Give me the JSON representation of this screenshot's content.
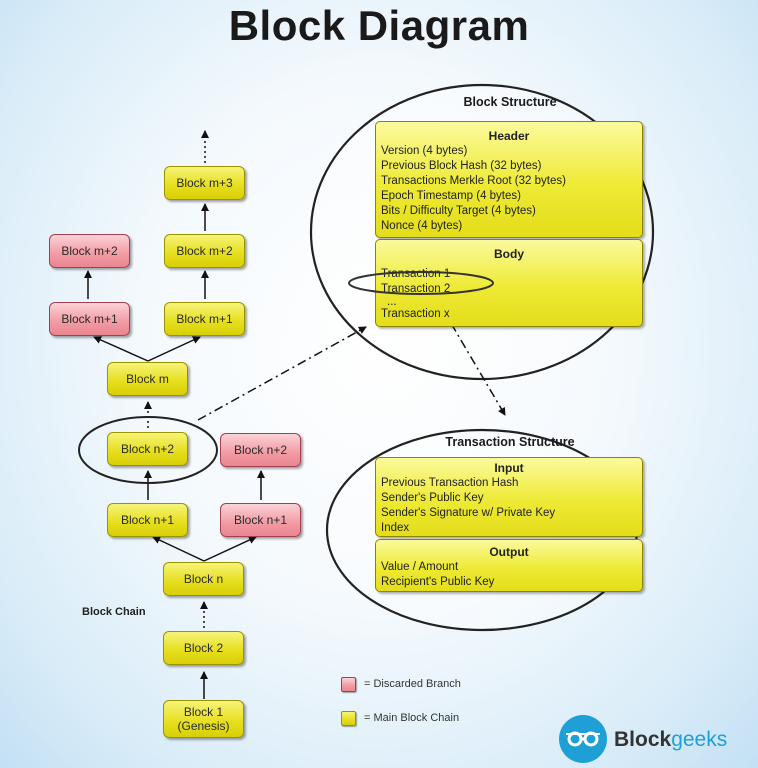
{
  "title": "Block Diagram",
  "chain_label": "Block Chain",
  "blocks": {
    "b1": {
      "line1": "Block 1",
      "line2": "(Genesis)",
      "type": "main"
    },
    "b2": {
      "label": "Block 2",
      "type": "main"
    },
    "bn": {
      "label": "Block n",
      "type": "main"
    },
    "bn1_main": {
      "label": "Block n+1",
      "type": "main"
    },
    "bn1_disc": {
      "label": "Block n+1",
      "type": "discarded"
    },
    "bn2_main": {
      "label": "Block n+2",
      "type": "main"
    },
    "bn2_disc": {
      "label": "Block n+2",
      "type": "discarded"
    },
    "bm": {
      "label": "Block m",
      "type": "main"
    },
    "bm1_disc": {
      "label": "Block m+1",
      "type": "discarded"
    },
    "bm1_main": {
      "label": "Block m+1",
      "type": "main"
    },
    "bm2_disc": {
      "label": "Block m+2",
      "type": "discarded"
    },
    "bm2_main": {
      "label": "Block m+2",
      "type": "main"
    },
    "bm3_main": {
      "label": "Block m+3",
      "type": "main"
    }
  },
  "block_structure": {
    "title": "Block Structure",
    "header": {
      "title": "Header",
      "lines": [
        "Version (4 bytes)",
        "Previous Block Hash (32 bytes)",
        "Transactions Merkle Root (32 bytes)",
        "Epoch Timestamp (4 bytes)",
        "Bits / Difficulty Target (4 bytes)",
        "Nonce (4 bytes)"
      ]
    },
    "body": {
      "title": "Body",
      "lines": [
        "Transaction 1",
        "Transaction 2",
        "...",
        "Transaction x"
      ]
    }
  },
  "transaction_structure": {
    "title": "Transaction Structure",
    "input": {
      "title": "Input",
      "lines": [
        "Previous Transaction Hash",
        "Sender's Public Key",
        "Sender's Signature w/ Private Key",
        "Index"
      ]
    },
    "output": {
      "title": "Output",
      "lines": [
        "Value / Amount",
        "Recipient's Public Key"
      ]
    }
  },
  "legend": {
    "discarded": {
      "label": "= Discarded Branch",
      "color": "#f29aa3"
    },
    "main": {
      "label": "= Main Block Chain",
      "color": "#e6de1a"
    }
  },
  "logo": {
    "part1": "Block",
    "part2": "geeks",
    "color": "#1e9fd6"
  }
}
